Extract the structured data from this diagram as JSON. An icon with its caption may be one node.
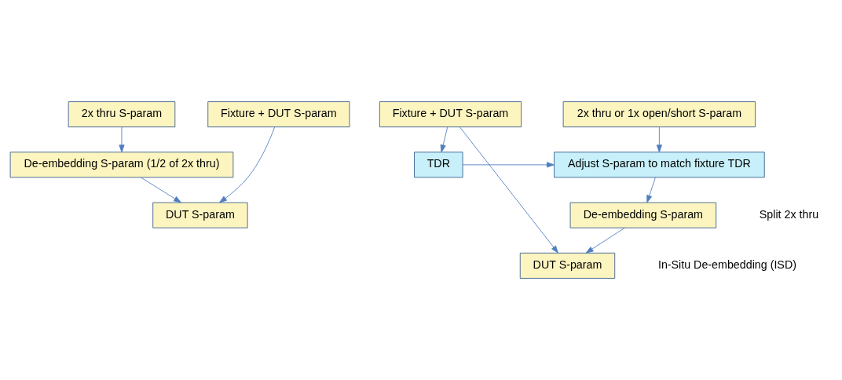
{
  "diagram": {
    "nodes": [
      {
        "text": [
          "2x thru S-param"
        ]
      },
      {
        "text": [
          "Fixture + DUT S-param"
        ]
      },
      {
        "text": [
          "De-embedding S-param (1/2 of 2x thru)"
        ]
      },
      {
        "text": [
          "DUT S-param"
        ]
      },
      {
        "text": [
          "2x thru or 1x open/short S-param"
        ]
      },
      {
        "text": [
          "Fixture + DUT S-param"
        ]
      },
      {
        "text": [
          "Adjust S-param to match fixture TDR"
        ]
      },
      {
        "text": [
          "TDR"
        ]
      },
      {
        "text": [
          "De-embedding S-param"
        ]
      },
      {
        "text": [
          "DUT S-param"
        ]
      }
    ],
    "edges": [
      {
        "from": 0,
        "to": 2,
        "arrow": "to"
      },
      {
        "from": 1,
        "to": 3,
        "arrow": "to"
      },
      {
        "from": 2,
        "to": 3,
        "arrow": "to"
      },
      {
        "from": 4,
        "to": 6,
        "arrow": "to"
      },
      {
        "from": 5,
        "to": 7,
        "arrow": "to"
      },
      {
        "from": 7,
        "to": 6,
        "arrow": "to"
      },
      {
        "from": 6,
        "to": 8,
        "arrow": "to"
      },
      {
        "from": 8,
        "to": 9,
        "arrow": "to"
      },
      {
        "from": 5,
        "to": 9,
        "arrow": "to"
      }
    ],
    "labels": [
      "Split 2x thru",
      "In-Situ De-embedding (ISD)"
    ]
  }
}
